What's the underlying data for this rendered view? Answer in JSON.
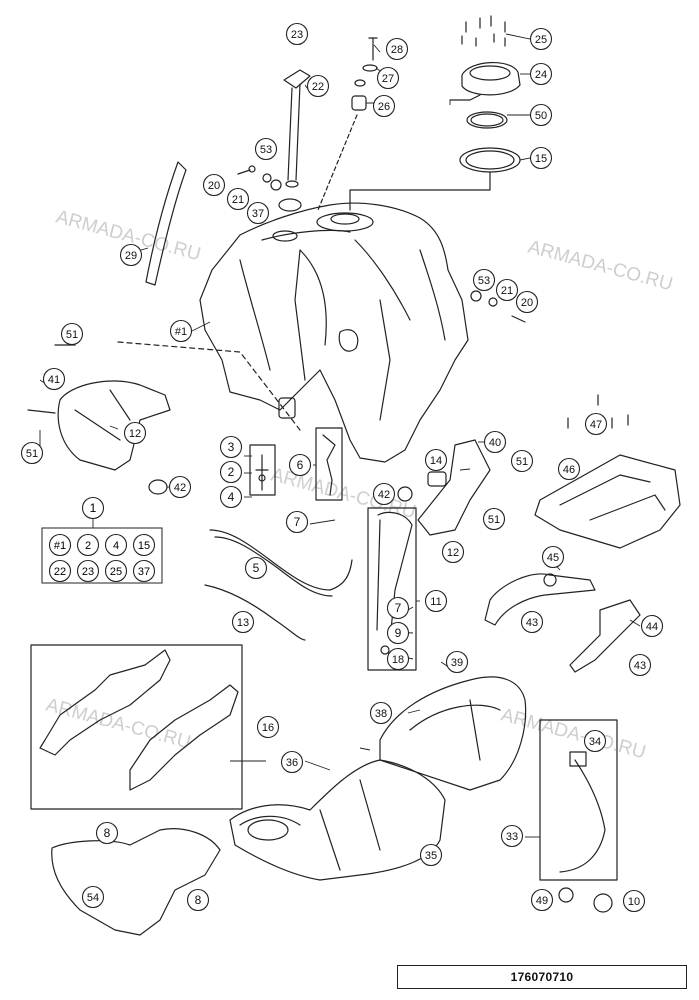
{
  "drawing_number": "176070710",
  "watermark": "ARMADA-CO.RU",
  "callouts": [
    {
      "id": "c1",
      "label": "#1"
    },
    {
      "id": "c3",
      "label": "3"
    },
    {
      "id": "c2",
      "label": "2"
    },
    {
      "id": "c4",
      "label": "4"
    },
    {
      "id": "c5",
      "label": "5"
    },
    {
      "id": "c6",
      "label": "6"
    },
    {
      "id": "c7a",
      "label": "7"
    },
    {
      "id": "c7b",
      "label": "7"
    },
    {
      "id": "c8a",
      "label": "8"
    },
    {
      "id": "c8b",
      "label": "8"
    },
    {
      "id": "c9",
      "label": "9"
    },
    {
      "id": "c10",
      "label": "10"
    },
    {
      "id": "c11",
      "label": "11"
    },
    {
      "id": "c12a",
      "label": "12"
    },
    {
      "id": "c12b",
      "label": "12"
    },
    {
      "id": "c13",
      "label": "13"
    },
    {
      "id": "c14",
      "label": "14"
    },
    {
      "id": "c15",
      "label": "15"
    },
    {
      "id": "c16",
      "label": "16"
    },
    {
      "id": "c18",
      "label": "18"
    },
    {
      "id": "c20a",
      "label": "20"
    },
    {
      "id": "c20b",
      "label": "20"
    },
    {
      "id": "c21a",
      "label": "21"
    },
    {
      "id": "c21b",
      "label": "21"
    },
    {
      "id": "c22",
      "label": "22"
    },
    {
      "id": "c23",
      "label": "23"
    },
    {
      "id": "c24",
      "label": "24"
    },
    {
      "id": "c25",
      "label": "25"
    },
    {
      "id": "c26",
      "label": "26"
    },
    {
      "id": "c27",
      "label": "27"
    },
    {
      "id": "c28",
      "label": "28"
    },
    {
      "id": "c29",
      "label": "29"
    },
    {
      "id": "c33",
      "label": "33"
    },
    {
      "id": "c34",
      "label": "34"
    },
    {
      "id": "c35",
      "label": "35"
    },
    {
      "id": "c36",
      "label": "36"
    },
    {
      "id": "c37",
      "label": "37"
    },
    {
      "id": "c38",
      "label": "38"
    },
    {
      "id": "c39",
      "label": "39"
    },
    {
      "id": "c40",
      "label": "40"
    },
    {
      "id": "c41",
      "label": "41"
    },
    {
      "id": "c42a",
      "label": "42"
    },
    {
      "id": "c42b",
      "label": "42"
    },
    {
      "id": "c43a",
      "label": "43"
    },
    {
      "id": "c43b",
      "label": "43"
    },
    {
      "id": "c44",
      "label": "44"
    },
    {
      "id": "c45",
      "label": "45"
    },
    {
      "id": "c46",
      "label": "46"
    },
    {
      "id": "c47",
      "label": "47"
    },
    {
      "id": "c49",
      "label": "49"
    },
    {
      "id": "c50",
      "label": "50"
    },
    {
      "id": "c51a",
      "label": "51"
    },
    {
      "id": "c51b",
      "label": "51"
    },
    {
      "id": "c51c",
      "label": "51"
    },
    {
      "id": "c51d",
      "label": "51"
    },
    {
      "id": "c53a",
      "label": "53"
    },
    {
      "id": "c53b",
      "label": "53"
    },
    {
      "id": "c54",
      "label": "54"
    }
  ],
  "kit_group": {
    "header": "1",
    "items": [
      "#1",
      "2",
      "4",
      "15",
      "22",
      "23",
      "25",
      "37"
    ]
  }
}
